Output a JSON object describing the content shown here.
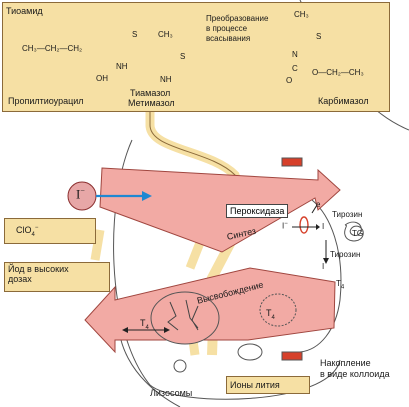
{
  "colors": {
    "panel": "#f6e0a4",
    "panel_border": "#8b6a3a",
    "arrow_fill": "#f2aaa4",
    "arrow_stroke": "#a0463f",
    "cell_border": "#555555",
    "accent_red": "#d6402a",
    "iodide_circle": "#e7a7a7",
    "blue_arrow": "#1e88d2"
  },
  "top_panel": {
    "title": "Тиоамид",
    "note_lines": [
      "Преобразование",
      "в процессе",
      "всасывания"
    ],
    "compounds": {
      "propylthiouracil": "Пропилтиоурацил",
      "thiamazole": "Тиамазол",
      "methimazole": "Метимазол",
      "carbimazole": "Карбимазол"
    },
    "structure_labels": {
      "ptu_chain": "CH₃—CH₂—CH₂",
      "s": "S",
      "oh": "OH",
      "nh": "NH",
      "n": "N",
      "ch3": "CH₃",
      "ch3_right": "CH₃",
      "carb_ester": "O—CH₂—CH₃",
      "o": "O",
      "c": "C"
    }
  },
  "labels": {
    "iodide": "I",
    "iodide_charge": "−",
    "perchlorate": "ClO",
    "perchlorate_sub": "4",
    "perchlorate_sup": "−",
    "high_iodine": [
      "Йод в высоких",
      "дозах"
    ],
    "peroxidase": "Пероксидаза",
    "iodide_in": "I",
    "iodide_in_charge": "−",
    "iodine_atom": "I",
    "electron": "e",
    "iodine_atom_2": "I",
    "tyrosine_1": "Тирозин",
    "tg": "TG",
    "tyrosine_2": "Тирозин",
    "iodine_low": "I",
    "t4_right": "T",
    "t4_right_sub": "4",
    "synthesis": "Синтез",
    "release": "Высвобождение",
    "t4_left": "T",
    "t4_left_sub": "4",
    "t4_mid": "T",
    "t4_mid_sub": "4",
    "lithium": "Ионы лития",
    "lysosomes": "Лизосомы",
    "colloid": [
      "Накопление",
      "в виде коллоида"
    ]
  }
}
